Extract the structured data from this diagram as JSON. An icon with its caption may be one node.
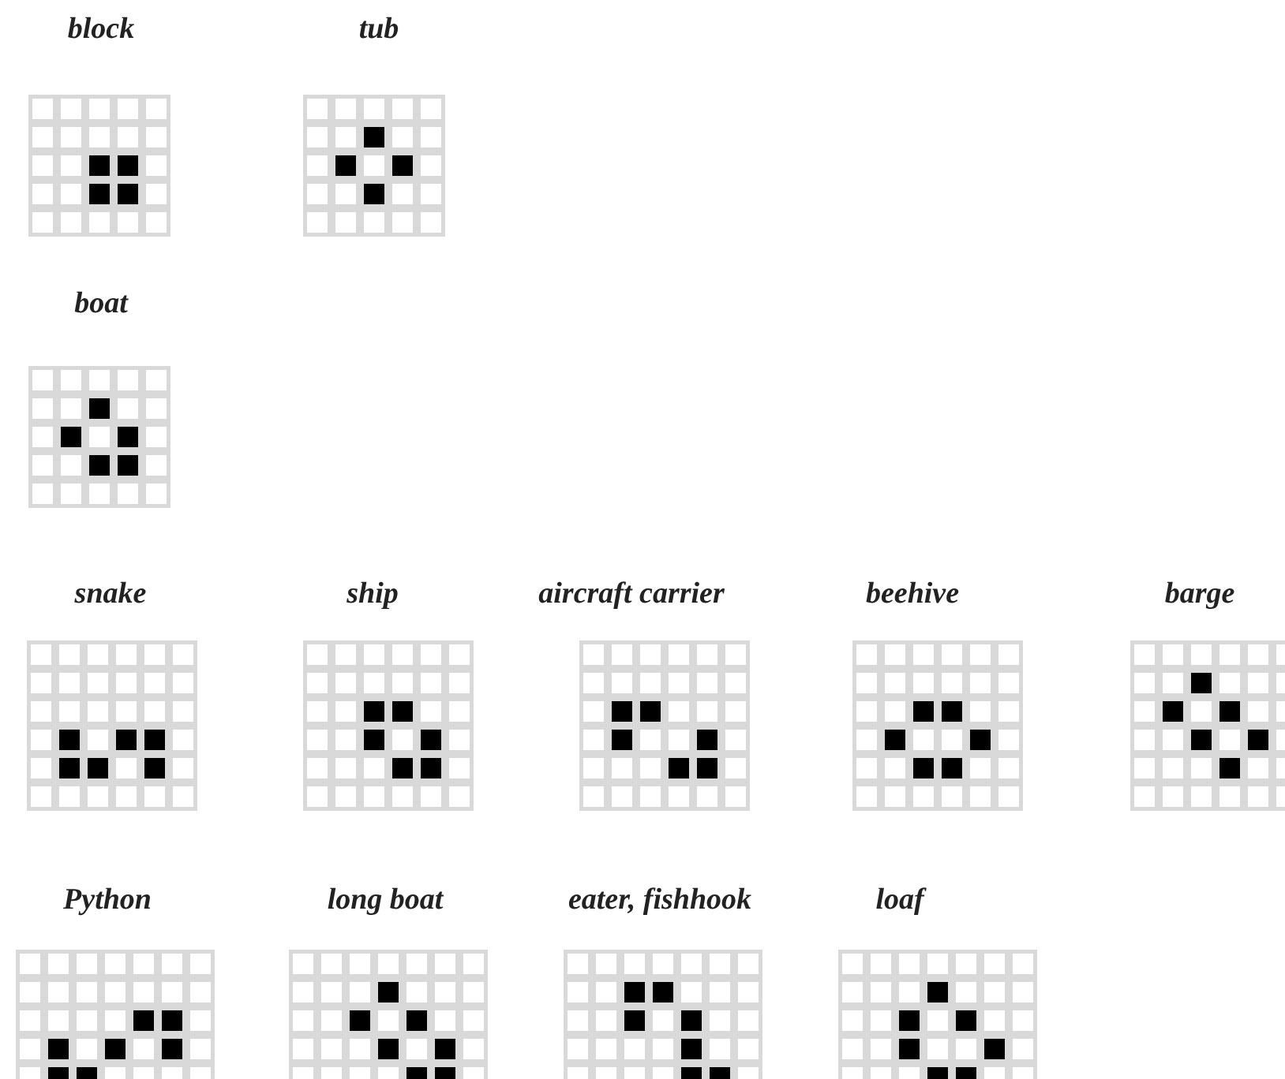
{
  "diagram": {
    "labels": [
      "block",
      "tub",
      "boat",
      "snake",
      "ship",
      "aircraft carrier",
      "beehive",
      "barge",
      "Python",
      "long boat",
      "eater, fishhook",
      "loaf"
    ]
  }
}
